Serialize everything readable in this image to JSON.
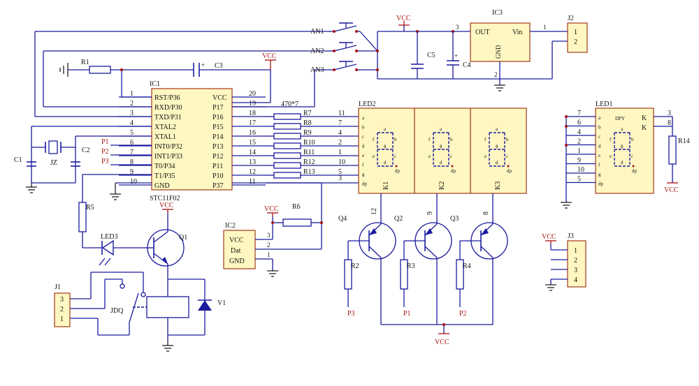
{
  "ic1": {
    "name": "IC1",
    "part": "STC11F02",
    "left_pins": [
      {
        "n": "1",
        "label": "RST/P36"
      },
      {
        "n": "2",
        "label": "RXD/P30"
      },
      {
        "n": "3",
        "label": "TXD/P31"
      },
      {
        "n": "4",
        "label": "XTAL2"
      },
      {
        "n": "5",
        "label": "XTAL1"
      },
      {
        "n": "6",
        "label": "INT0/P32"
      },
      {
        "n": "7",
        "label": "INT1/P33"
      },
      {
        "n": "8",
        "label": "T0/P34"
      },
      {
        "n": "9",
        "label": "T1/P35"
      },
      {
        "n": "10",
        "label": "GND"
      }
    ],
    "right_pins": [
      {
        "n": "20",
        "label": "VCC"
      },
      {
        "n": "19",
        "label": "P17"
      },
      {
        "n": "18",
        "label": "P16"
      },
      {
        "n": "17",
        "label": "P15"
      },
      {
        "n": "16",
        "label": "P14"
      },
      {
        "n": "15",
        "label": "P13"
      },
      {
        "n": "14",
        "label": "P12"
      },
      {
        "n": "13",
        "label": "P11"
      },
      {
        "n": "12",
        "label": "P10"
      },
      {
        "n": "11",
        "label": "P37"
      }
    ]
  },
  "resistor_array": {
    "label": "470*7",
    "names": [
      "R7",
      "R8",
      "R9",
      "R10",
      "R11",
      "R12",
      "R13"
    ]
  },
  "led2": {
    "name": "LED2",
    "pins": [
      "11",
      "7",
      "4",
      "2",
      "1",
      "10",
      "5",
      "3"
    ],
    "segments": [
      "a",
      "b",
      "c",
      "d",
      "e",
      "f",
      "g",
      "dp"
    ],
    "digits": [
      {
        "k": "K1",
        "pin": "12"
      },
      {
        "k": "K2",
        "pin": "9"
      },
      {
        "k": "K3",
        "pin": "8"
      }
    ]
  },
  "led1": {
    "name": "LED1",
    "pins": [
      "7",
      "6",
      "4",
      "2",
      "1",
      "9",
      "10",
      "5"
    ],
    "dpy": "DPY",
    "k_pins": [
      "3",
      "8"
    ],
    "k": "K"
  },
  "digit_letters": {
    "a": "a",
    "b": "b",
    "c": "c",
    "d": "d",
    "e": "e",
    "f": "f",
    "g": "g",
    "dp": "dp"
  },
  "ic3": {
    "name": "IC3",
    "out": "OUT",
    "vin": "Vin",
    "gnd": "GND",
    "pin_out": "3",
    "pin_gnd": "2",
    "pin_vin": "1"
  },
  "ic2": {
    "name": "IC2",
    "vcc": "VCC",
    "dat": "Dat",
    "gnd": "GND",
    "pins": [
      "3",
      "2",
      "1"
    ]
  },
  "j1": {
    "name": "J1",
    "pins": [
      "3",
      "2",
      "1"
    ]
  },
  "j2": {
    "name": "J2",
    "pins": [
      "1",
      "2"
    ]
  },
  "j3": {
    "name": "J3",
    "pins": [
      "1",
      "2",
      "3",
      "4"
    ]
  },
  "buttons": [
    "AN1",
    "AN2",
    "AN3"
  ],
  "caps": {
    "c1": "C1",
    "c2": "C2",
    "c3": "C3",
    "c4": "C4",
    "c5": "C5",
    "jz": "JZ"
  },
  "resistors": {
    "r1": "R1",
    "r2": "R2",
    "r3": "R3",
    "r4": "R4",
    "r5": "R5",
    "r6": "R6",
    "r14": "R14"
  },
  "transistors": {
    "q1": "Q1",
    "q2": "Q2",
    "q3": "Q3",
    "q4": "Q4"
  },
  "misc": {
    "led3": "LED3",
    "jdq": "JDQ",
    "v1": "V1",
    "vcc": "VCC",
    "p1": "P1",
    "p2": "P2",
    "p3": "P3"
  },
  "colors": {
    "wire": "#1a1a9e",
    "power": "#a11111",
    "body": "#fff7c2"
  }
}
